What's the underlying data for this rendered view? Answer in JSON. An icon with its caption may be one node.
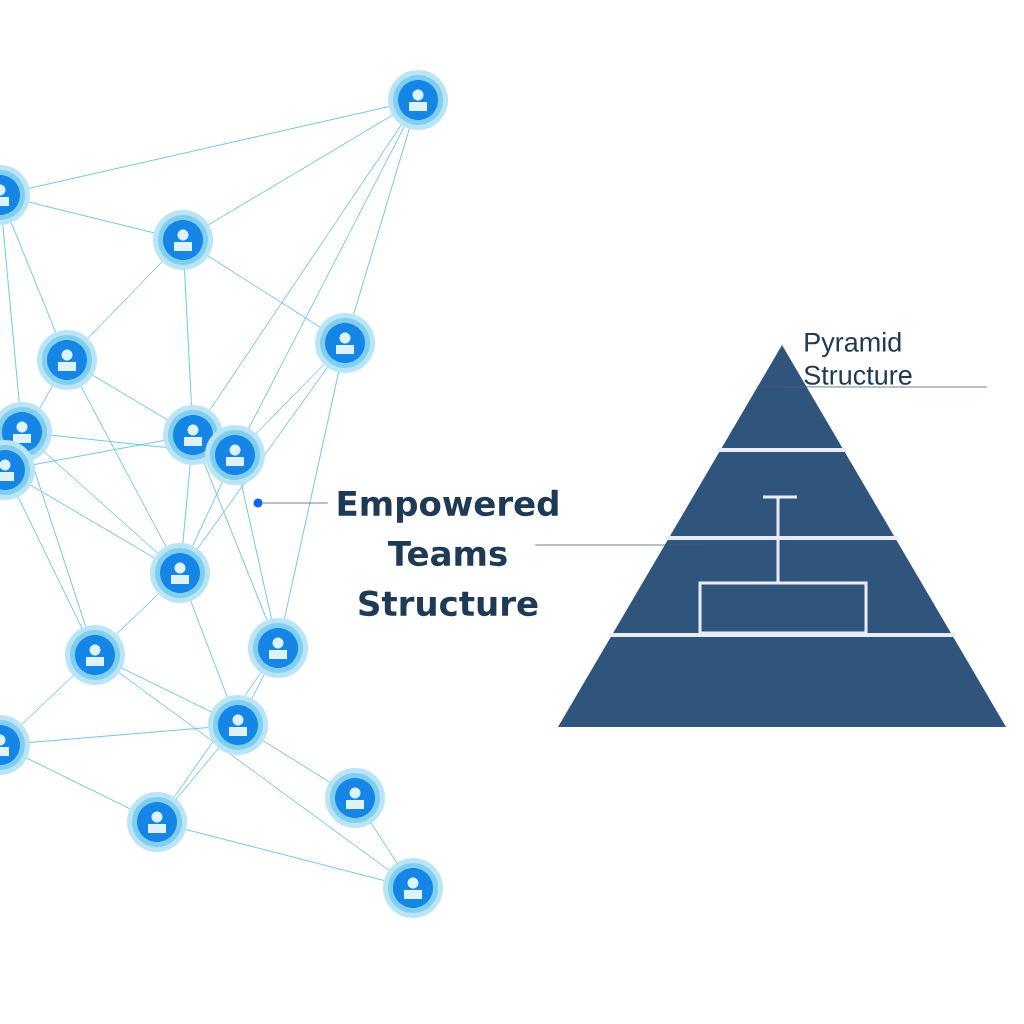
{
  "diagram": {
    "nodes": [
      {
        "text": [
          "Empowered Teams Structure"
        ]
      },
      {
        "text": [],
        "shape": "circle"
      },
      {
        "text": [
          "Pyramid Structure"
        ]
      },
      {
        "text": [],
        "shape": "triangle"
      }
    ],
    "edges": [
      {
        "from": 0,
        "to": 1,
        "arrow": "none"
      },
      {
        "from": 0,
        "to": 3,
        "arrow": "none"
      },
      {
        "from": 2,
        "to": 3,
        "arrow": "none"
      }
    ]
  }
}
